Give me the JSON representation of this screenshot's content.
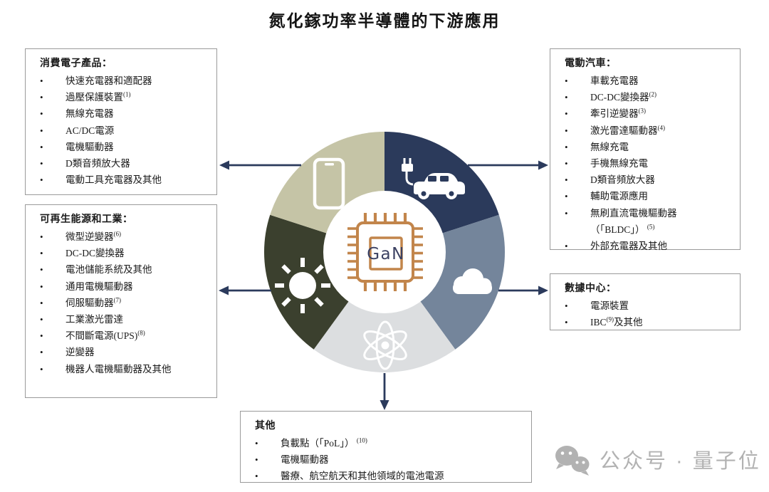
{
  "page_title": "氮化鎵功率半導體的下游應用",
  "center_chip": {
    "label": "GaN"
  },
  "colors": {
    "arrow": "#2b3a5c",
    "chip_outline": "#c2854b",
    "chip_text": "#3b4162",
    "icon_white": "#ffffff"
  },
  "segments": [
    {
      "name": "electric-vehicles",
      "icon": "car-charging-icon",
      "color": "#2b3a5b"
    },
    {
      "name": "data-center",
      "icon": "cloud-icon",
      "color": "#74859b"
    },
    {
      "name": "others",
      "icon": "atom-icon",
      "color": "#dcdee0"
    },
    {
      "name": "renewable-industry",
      "icon": "sun-icon",
      "color": "#3b402e"
    },
    {
      "name": "consumer-electronics",
      "icon": "smartphone-icon",
      "color": "#c5c4a6"
    }
  ],
  "boxes": {
    "consumer": {
      "title": "消費電子產品：",
      "items": [
        "快速充電器和適配器",
        "過壓保護裝置{(1)}",
        "無線充電器",
        "AC/DC電源",
        "電機驅動器",
        "D類音頻放大器",
        "電動工具充電器及其他"
      ]
    },
    "renewable": {
      "title": "可再生能源和工業：",
      "items": [
        "微型逆變器{(6)}",
        "DC-DC變換器",
        "電池儲能系統及其他",
        "通用電機驅動器",
        "伺服驅動器{(7)}",
        "工業激光雷達",
        "不間斷電源(UPS){(8)}",
        "逆變器",
        "機器人電機驅動器及其他"
      ]
    },
    "ev": {
      "title": "電動汽車：",
      "items": [
        "車載充電器",
        "DC-DC變換器{(2)}",
        "牽引逆變器{(3)}",
        "激光雷達驅動器{(4)}",
        "無線充電",
        "手機無線充電",
        "D類音頻放大器",
        "輔助電源應用",
        "無刷直流電機驅動器\n（「BLDC」） {(5)}",
        "外部充電器及其他"
      ]
    },
    "datacenter": {
      "title": "數據中心：",
      "items": [
        "電源裝置",
        "IBC{(9)}及其他"
      ]
    },
    "others": {
      "title": "其他",
      "items": [
        "負載點（「PoL」） {(10)}",
        "電機驅動器",
        "醫療、航空航天和其他領域的電池電源"
      ]
    }
  },
  "watermark": {
    "text": "公众号 · 量子位",
    "icon": "wechat-icon"
  }
}
